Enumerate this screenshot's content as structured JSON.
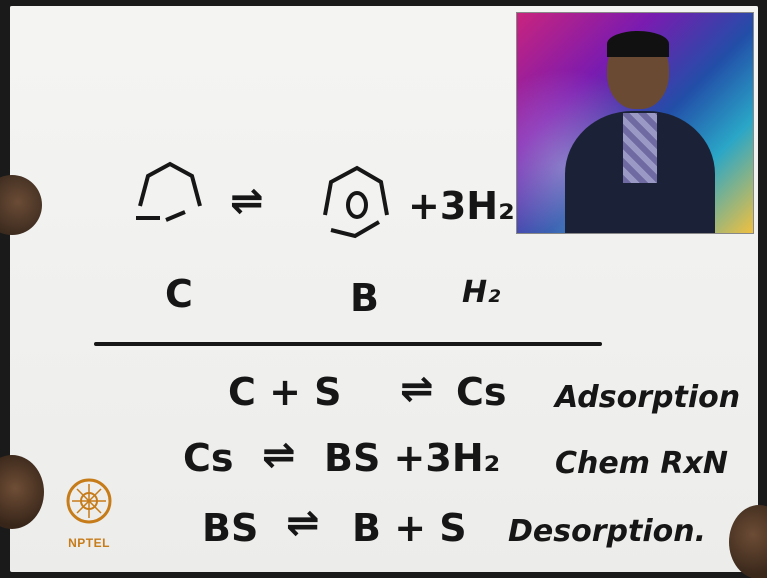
{
  "reaction": {
    "lhs_label": "C",
    "product_label": "B",
    "h2_label": "H₂",
    "plus_h2": "+3H₂"
  },
  "mechanism": [
    {
      "lhs": "C + S",
      "rhs": "Cs",
      "note": "Adsorption"
    },
    {
      "lhs": "Cs",
      "rhs": "BS +3H₂",
      "note": "Chem RxN"
    },
    {
      "lhs": "BS",
      "rhs": "B + S",
      "note": "Desorption."
    }
  ],
  "branding": {
    "logo_text": "NPTEL"
  },
  "colors": {
    "ink": "#161616",
    "paper": "#f1f1ef",
    "logo": "#c77c1a"
  }
}
